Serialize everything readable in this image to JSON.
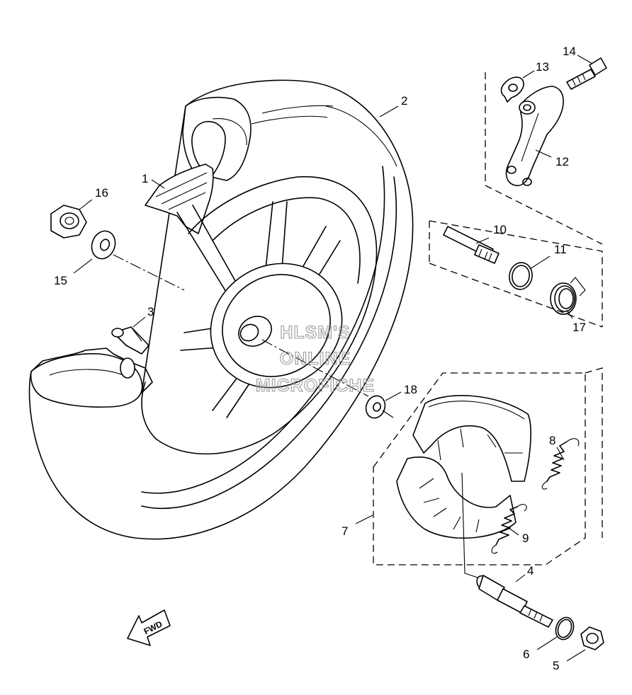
{
  "watermark": [
    "HLSM'S",
    "ONLINE",
    "MICROFICHE"
  ],
  "direction_label": "FWD",
  "callouts": {
    "p1": "1",
    "p2": "2",
    "p3": "3",
    "p4": "4",
    "p5": "5",
    "p6": "6",
    "p7": "7",
    "p8": "8",
    "p9": "9",
    "p10": "10",
    "p11": "11",
    "p12": "12",
    "p13": "13",
    "p14": "14",
    "p15": "15",
    "p16": "16",
    "p17": "17",
    "p18": "18"
  }
}
